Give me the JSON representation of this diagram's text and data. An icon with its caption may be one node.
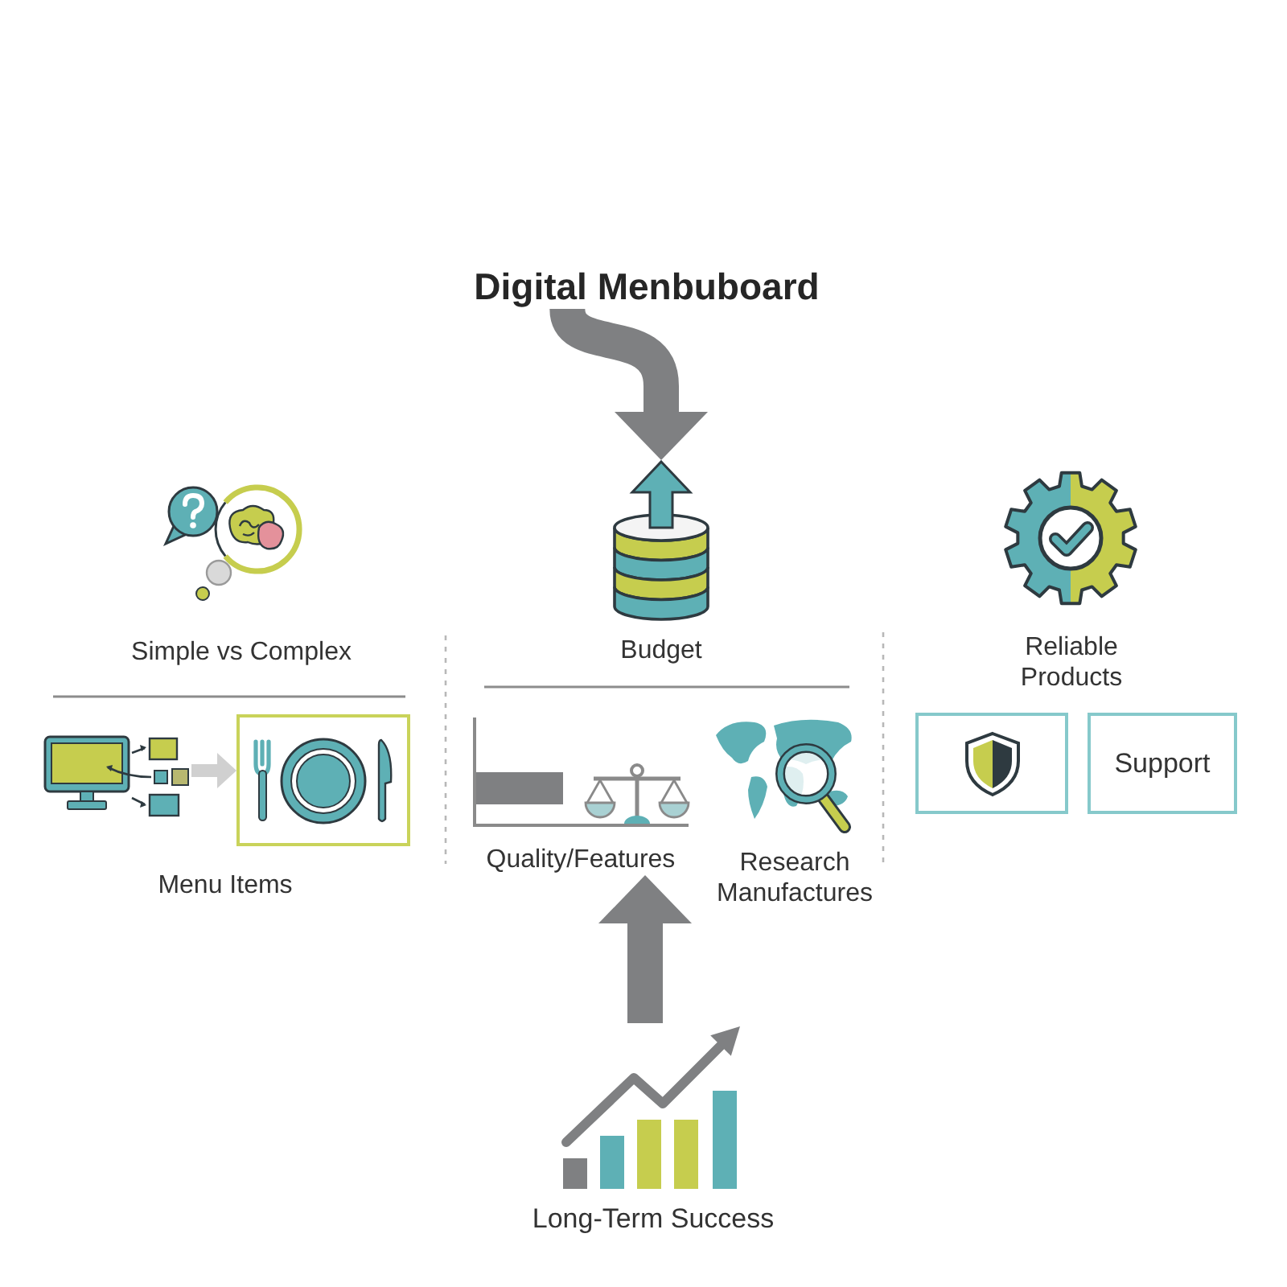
{
  "diagram": {
    "nodes": [
      {
        "text": [
          "Digital Menbuboard"
        ]
      },
      {
        "text": [
          "Budget"
        ]
      },
      {
        "text": [],
        "shape": "picture"
      },
      {
        "text": [],
        "shape": "box"
      },
      {
        "text": [
          "Quality/Features"
        ]
      },
      {
        "text": [],
        "shape": "box"
      },
      {
        "text": [
          "Support"
        ]
      },
      {
        "text": [
          "Long-Term Success"
        ]
      }
    ],
    "edges": [
      {
        "from": 0,
        "to": 1,
        "arrow": "to"
      },
      {
        "from": 2,
        "to": 3,
        "arrow": "to",
        "color": "#d0d0d0"
      },
      {
        "from": 7,
        "to": 4,
        "arrow": "to"
      }
    ],
    "labels": [
      "Simple vs Complex",
      "Reliable Products",
      "Research Manufactures",
      "Menu Items"
    ]
  }
}
